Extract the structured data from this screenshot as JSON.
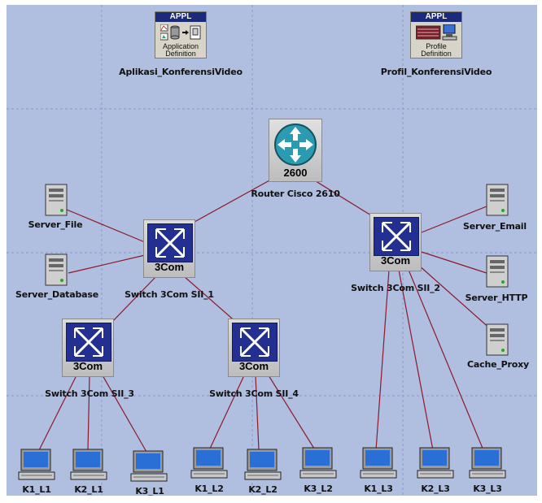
{
  "colors": {
    "background": "#b0bedf",
    "grid": "#8a9bc8",
    "link": "#8c1a2a",
    "switch_face": "#233092"
  },
  "nodes": {
    "app_def": {
      "header": "APPL",
      "sub": "Application Definition",
      "label": "Aplikasi_KonferensiVideo",
      "icon": "application-definition-icon"
    },
    "profile_def": {
      "header": "APPL",
      "sub": "Profile Definition",
      "label": "Profil_KonferensiVideo",
      "icon": "profile-definition-icon"
    },
    "router": {
      "brand": "2600",
      "label": "Router Cisco 2610",
      "icon": "router-icon"
    },
    "switch1": {
      "brand": "3Com",
      "label": "Switch 3Com SII_1",
      "icon": "switch-icon"
    },
    "switch2": {
      "brand": "3Com",
      "label": "Switch 3Com SII_2",
      "icon": "switch-icon"
    },
    "switch3": {
      "brand": "3Com",
      "label": "Switch 3Com SII_3",
      "icon": "switch-icon"
    },
    "switch4": {
      "brand": "3Com",
      "label": "Switch 3Com SII_4",
      "icon": "switch-icon"
    },
    "server_file": {
      "label": "Server_File",
      "icon": "server-icon"
    },
    "server_database": {
      "label": "Server_Database",
      "icon": "server-icon"
    },
    "server_email": {
      "label": "Server_Email",
      "icon": "server-icon"
    },
    "server_http": {
      "label": "Server_HTTP",
      "icon": "server-icon"
    },
    "cache_proxy": {
      "label": "Cache_Proxy",
      "icon": "server-icon"
    },
    "k1_l1": {
      "label": "K1_L1",
      "icon": "workstation-icon"
    },
    "k2_l1": {
      "label": "K2_L1",
      "icon": "workstation-icon"
    },
    "k3_l1": {
      "label": "K3_L1",
      "icon": "workstation-icon"
    },
    "k1_l2": {
      "label": "K1_L2",
      "icon": "workstation-icon"
    },
    "k2_l2": {
      "label": "K2_L2",
      "icon": "workstation-icon"
    },
    "k3_l2": {
      "label": "K3_L2",
      "icon": "workstation-icon"
    },
    "k1_l3": {
      "label": "K1_L3",
      "icon": "workstation-icon"
    },
    "k2_l3": {
      "label": "K2_L3",
      "icon": "workstation-icon"
    },
    "k3_l3": {
      "label": "K3_L3",
      "icon": "workstation-icon"
    }
  },
  "links": [
    [
      "router",
      "switch1"
    ],
    [
      "router",
      "switch2"
    ],
    [
      "switch1",
      "server_file"
    ],
    [
      "switch1",
      "server_database"
    ],
    [
      "switch1",
      "switch3"
    ],
    [
      "switch1",
      "switch4"
    ],
    [
      "switch2",
      "server_email"
    ],
    [
      "switch2",
      "server_http"
    ],
    [
      "switch2",
      "cache_proxy"
    ],
    [
      "switch2",
      "k1_l3"
    ],
    [
      "switch2",
      "k2_l3"
    ],
    [
      "switch2",
      "k3_l3"
    ],
    [
      "switch3",
      "k1_l1"
    ],
    [
      "switch3",
      "k2_l1"
    ],
    [
      "switch3",
      "k3_l1"
    ],
    [
      "switch4",
      "k1_l2"
    ],
    [
      "switch4",
      "k2_l2"
    ],
    [
      "switch4",
      "k3_l2"
    ]
  ]
}
